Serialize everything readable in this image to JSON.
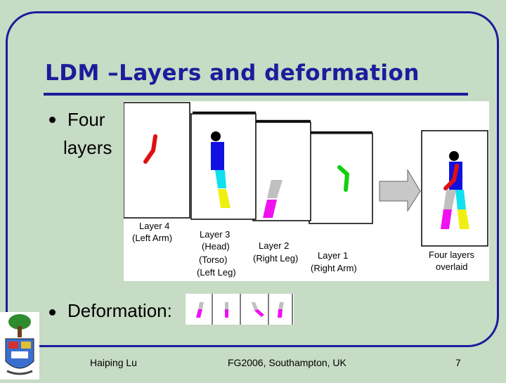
{
  "slide": {
    "title": "LDM –Layers and deformation",
    "bullets": [
      {
        "line1": "Four",
        "line2": "layers"
      },
      {
        "text": "Deformation:"
      }
    ]
  },
  "figure": {
    "layer4": {
      "line1": "Layer 4",
      "line2": "(Left Arm)"
    },
    "layer3": {
      "line1": "Layer 3",
      "line2": "(Head)",
      "line3": "(Torso)",
      "line4": "(Left Leg)"
    },
    "layer2": {
      "line1": "Layer 2",
      "line2": "(Right Leg)"
    },
    "layer1": {
      "line1": "Layer 1",
      "line2": "(Right Arm)"
    },
    "overlaid": {
      "line1": "Four layers",
      "line2": "overlaid"
    }
  },
  "footer": {
    "author": "Haiping Lu",
    "venue": "FG2006, Southampton, UK",
    "page": "7"
  },
  "colors": {
    "title": "#1c1c9c",
    "background": "#c6dcc4",
    "left_arm": "#e01010",
    "torso": "#1010e0",
    "upper_leg": "#10e0f0",
    "lower_leg": "#f0f010",
    "right_leg": "#f010f0",
    "right_arm": "#10d010"
  }
}
